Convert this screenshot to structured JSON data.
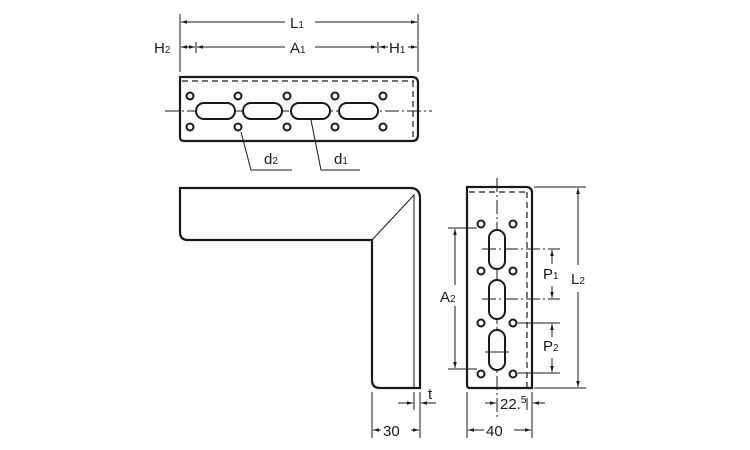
{
  "drawing": {
    "top_view": {
      "L": "L",
      "L_sub": "1",
      "A": "A",
      "A_sub": "1",
      "H2": "H",
      "H2_sub": "2",
      "H1": "H",
      "H1_sub": "1",
      "d2": "d",
      "d2_sub": "2",
      "d1": "d",
      "d1_sub": "1"
    },
    "side_view": {
      "width": "30",
      "thickness": "t"
    },
    "front_view": {
      "A": "A",
      "A_sub": "2",
      "P1": "P",
      "P1_sub": "1",
      "P2": "P",
      "P2_sub": "2",
      "L": "L",
      "L_sub": "2",
      "offset": "22.",
      "offset_sup": "5",
      "width": "40"
    }
  }
}
